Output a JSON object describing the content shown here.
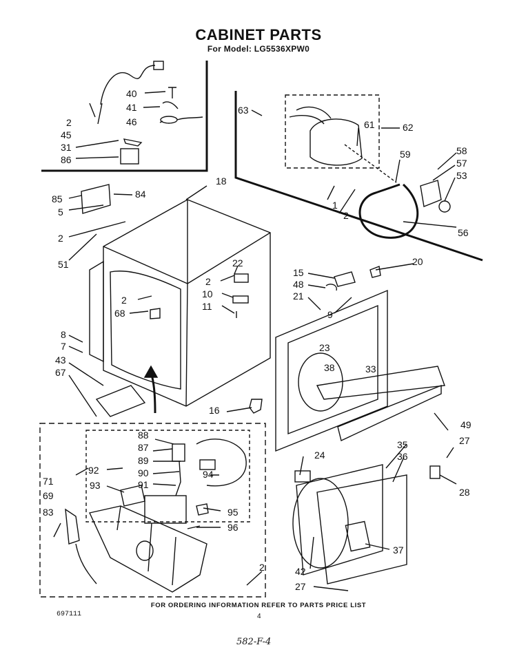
{
  "header": {
    "title": "CABINET PARTS",
    "model_line": "For Model: LG5536XPW0"
  },
  "footer": {
    "ordering_note": "FOR ORDERING INFORMATION REFER TO PARTS PRICE LIST",
    "doc_code": "697111",
    "page_number": "4",
    "handwritten_note": "582-F-4"
  },
  "callouts": {
    "c2a": "2",
    "c45": "45",
    "c40": "40",
    "c41": "41",
    "c46": "46",
    "c31": "31",
    "c86": "86",
    "c63": "63",
    "c61": "61",
    "c62": "62",
    "c59": "59",
    "c58": "58",
    "c57": "57",
    "c53": "53",
    "c1": "1",
    "c2b": "2",
    "c56": "56",
    "c85": "85",
    "c84": "84",
    "c5": "5",
    "c18": "18",
    "c2c": "2",
    "c51": "51",
    "c22": "22",
    "c2d": "2",
    "c10": "10",
    "c11": "11",
    "c2e": "2",
    "c68": "68",
    "c15": "15",
    "c48": "48",
    "c21": "21",
    "c9": "9",
    "c20": "20",
    "c8": "8",
    "c7": "7",
    "c43": "43",
    "c67": "67",
    "c23": "23",
    "c38": "38",
    "c33": "33",
    "c16": "16",
    "c49": "49",
    "c27a": "27",
    "c88": "88",
    "c87": "87",
    "c89": "89",
    "c90": "90",
    "c91": "91",
    "c92": "92",
    "c93": "93",
    "c94": "94",
    "c95": "95",
    "c96": "96",
    "c71": "71",
    "c69": "69",
    "c83": "83",
    "c2f": "2",
    "c24": "24",
    "c35": "35",
    "c36": "36",
    "c28": "28",
    "c37": "37",
    "c42": "42",
    "c27b": "27"
  }
}
